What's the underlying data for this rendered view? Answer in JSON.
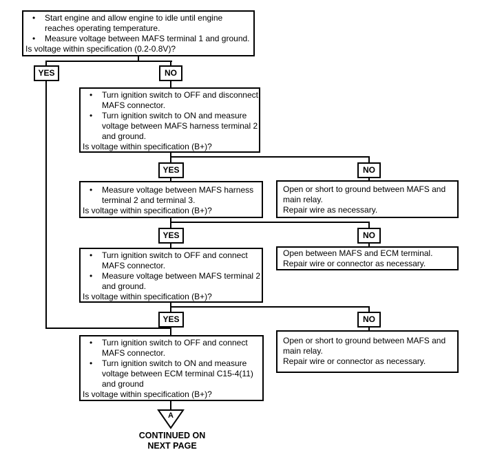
{
  "diagram": {
    "bullet_char": "•",
    "labels": {
      "yes": "YES",
      "no": "NO"
    },
    "steps": [
      {
        "bullets": [
          "Start engine and allow engine to idle until engine\nreaches operating temperature.",
          "Measure voltage between MAFS terminal 1 and ground."
        ],
        "question": "Is voltage within specification (0.2-0.8V)?"
      },
      {
        "bullets": [
          "Turn ignition switch to OFF and disconnect\nMAFS connector.",
          "Turn ignition switch to ON and measure\nvoltage between MAFS harness terminal 2\nand ground."
        ],
        "question": "Is voltage within specification (B+)?"
      },
      {
        "bullets": [
          "Measure voltage between MAFS harness\nterminal 2 and terminal 3."
        ],
        "question": "Is voltage within specification (B+)?"
      },
      {
        "bullets": [
          "Turn ignition switch to OFF and connect\nMAFS connector.",
          "Measure voltage between MAFS terminal 2\nand ground."
        ],
        "question": "Is voltage within specification (B+)?"
      },
      {
        "bullets": [
          "Turn ignition switch to OFF and connect\nMAFS connector.",
          "Turn ignition switch to ON and measure\nvoltage between ECM terminal C15-4(11)\nand ground"
        ],
        "question": "Is voltage within specification (B+)?"
      }
    ],
    "results": [
      {
        "text": "Open or short to ground between MAFS and\nmain relay.\nRepair wire as necessary."
      },
      {
        "text": "Open between MAFS and ECM terminal.\nRepair wire or connector as necessary."
      },
      {
        "text": "Open or short to ground between MAFS and\nmain relay.\nRepair wire or connector as necessary."
      }
    ],
    "continuation": {
      "letter": "A",
      "caption": "CONTINUED ON\nNEXT PAGE"
    },
    "colors": {
      "line": "#000000",
      "background": "#ffffff",
      "text": "#000000"
    }
  }
}
